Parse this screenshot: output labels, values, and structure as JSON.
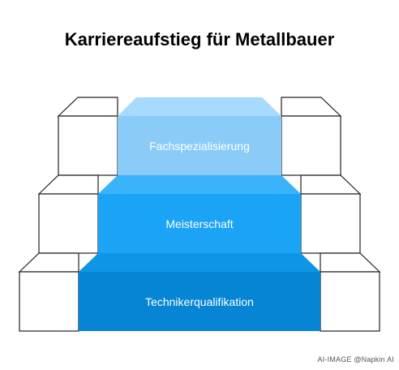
{
  "title": "Karriereaufstieg für Metallbauer",
  "steps": [
    {
      "label": "Fachspezialisierung",
      "level": 3,
      "color": "#8bcbf8",
      "top_color": "#a7daff"
    },
    {
      "label": "Meisterschaft",
      "level": 2,
      "color": "#1ba3f5",
      "top_color": "#3bb3fb"
    },
    {
      "label": "Technikerqualifikation",
      "level": 1,
      "color": "#0585d4",
      "top_color": "#0e95e6"
    }
  ],
  "side_block_color": "#ffffff",
  "outline_color": "#222222",
  "footer": "AI-IMAGE  @Napkin AI"
}
